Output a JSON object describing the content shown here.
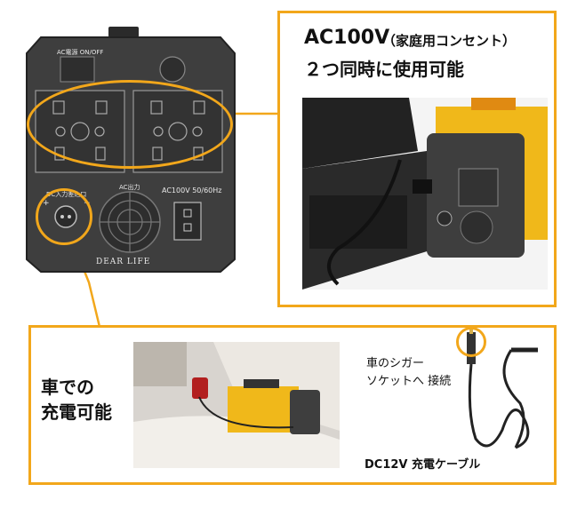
{
  "device_panel": {
    "ac_switch_label": "AC電源 ON/OFF",
    "dc_input_label": "DC入力差込口",
    "ac_output_label": "AC出力",
    "ac_spec_label": "AC100V 50/60Hz",
    "brand": "DEAR LIFE",
    "plus_sign": "+",
    "minus_sign": "−"
  },
  "ac_callout": {
    "title": "AC100V",
    "title_note": "（家庭用コンセント）",
    "subtitle": "２つ同時に使用可能"
  },
  "car_callout": {
    "title_line1": "車での",
    "title_line2": "充電可能",
    "cigar_line1": "車のシガー",
    "cigar_line2": "ソケットへ 接続",
    "cable_label": "DC12V 充電ケーブル"
  },
  "colors": {
    "accent": "#f2a71b",
    "panel": "#3d3d3d",
    "device_yellow": "#f0b81a"
  }
}
